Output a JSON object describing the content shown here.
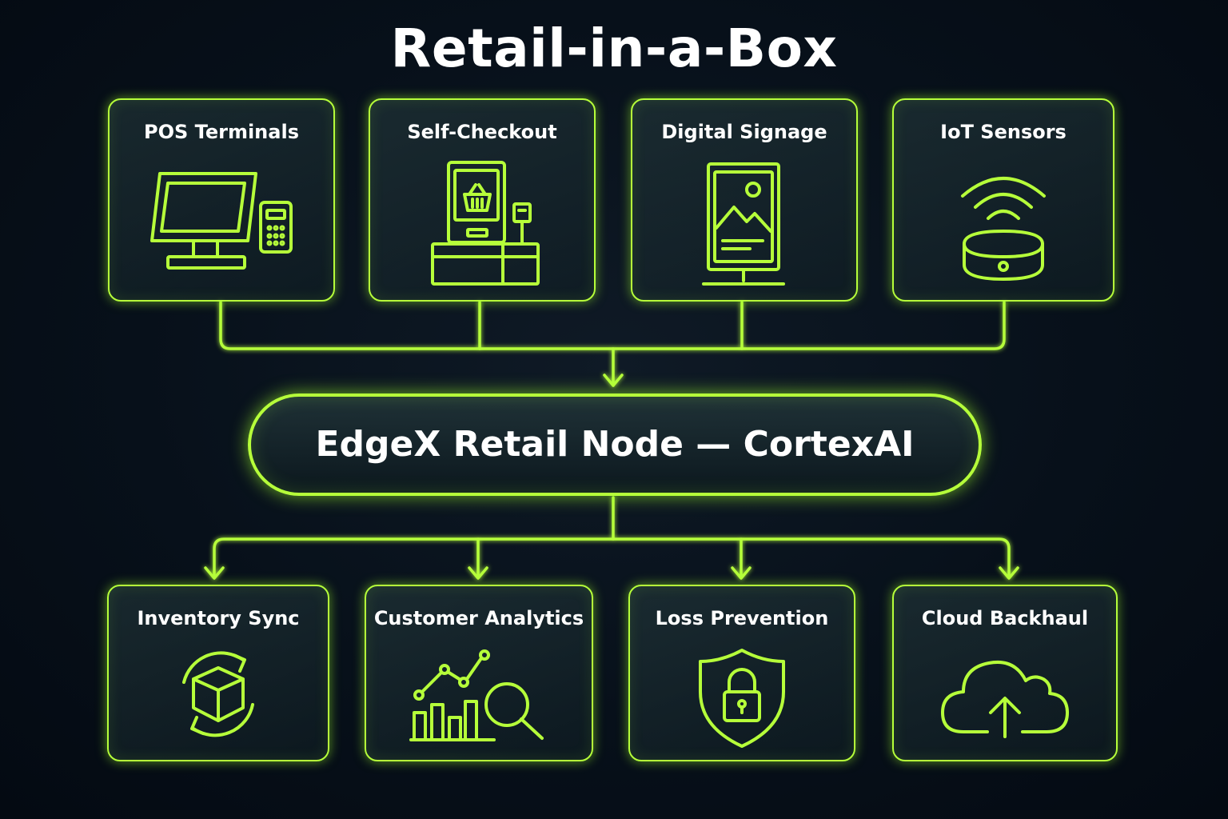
{
  "title": "Retail-in-a-Box",
  "accent_color": "#b6ff3a",
  "background_color": "#07101a",
  "top_row": [
    {
      "label": "POS Terminals",
      "icon": "pos-terminal-icon"
    },
    {
      "label": "Self-Checkout",
      "icon": "self-checkout-kiosk-icon"
    },
    {
      "label": "Digital Signage",
      "icon": "digital-signage-icon"
    },
    {
      "label": "IoT Sensors",
      "icon": "iot-sensor-wifi-icon"
    }
  ],
  "hub": {
    "label": "EdgeX Retail Node — CortexAI"
  },
  "bottom_row": [
    {
      "label": "Inventory Sync",
      "icon": "inventory-sync-box-icon"
    },
    {
      "label": "Customer Analytics",
      "icon": "analytics-chart-search-icon"
    },
    {
      "label": "Loss Prevention",
      "icon": "shield-lock-icon"
    },
    {
      "label": "Cloud Backhaul",
      "icon": "cloud-upload-icon"
    }
  ]
}
